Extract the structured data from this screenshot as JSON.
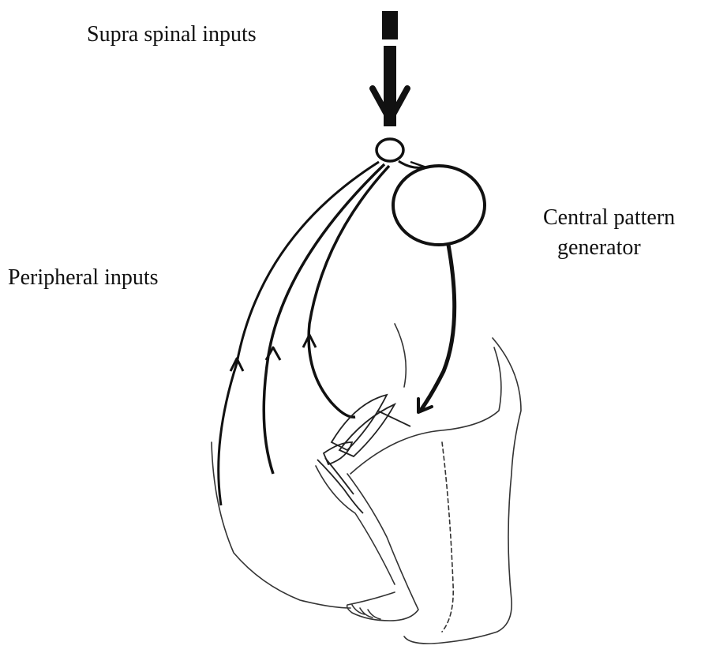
{
  "labels": {
    "supra_spinal": "Supra spinal inputs",
    "central_pattern_line1": "Central pattern",
    "central_pattern_line2": "generator",
    "peripheral": "Peripheral inputs"
  },
  "colors": {
    "ink": "#111111",
    "outline": "#333333",
    "background": "#ffffff"
  }
}
